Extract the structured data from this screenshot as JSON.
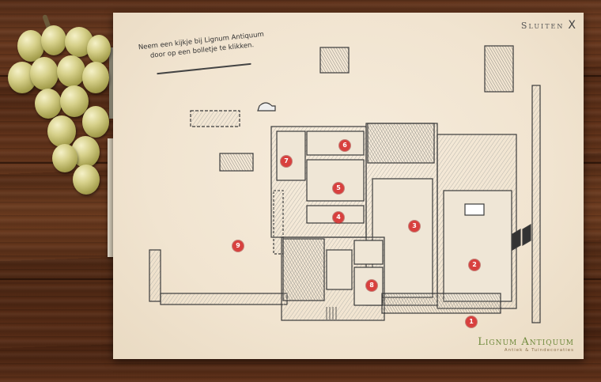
{
  "header": {
    "close_label": "Sluiten",
    "close_glyph": "X"
  },
  "intro": {
    "line1": "Neem een kijkje bij Lignum Antiquum",
    "line2": "door op een bolletje te klikken."
  },
  "markers": [
    {
      "id": "1",
      "label": "1"
    },
    {
      "id": "2",
      "label": "2"
    },
    {
      "id": "3",
      "label": "3"
    },
    {
      "id": "4",
      "label": "4"
    },
    {
      "id": "5",
      "label": "5"
    },
    {
      "id": "6",
      "label": "6"
    },
    {
      "id": "7",
      "label": "7"
    },
    {
      "id": "8",
      "label": "8"
    },
    {
      "id": "9",
      "label": "9"
    }
  ],
  "logo": {
    "name": "Lignum Antiquum",
    "tagline": "Antiek & Tuindecoraties"
  },
  "colors": {
    "marker": "#d8403e",
    "logo": "#6f8a3c",
    "paper": "#f1e4d0",
    "wood": "#5b2f18"
  }
}
